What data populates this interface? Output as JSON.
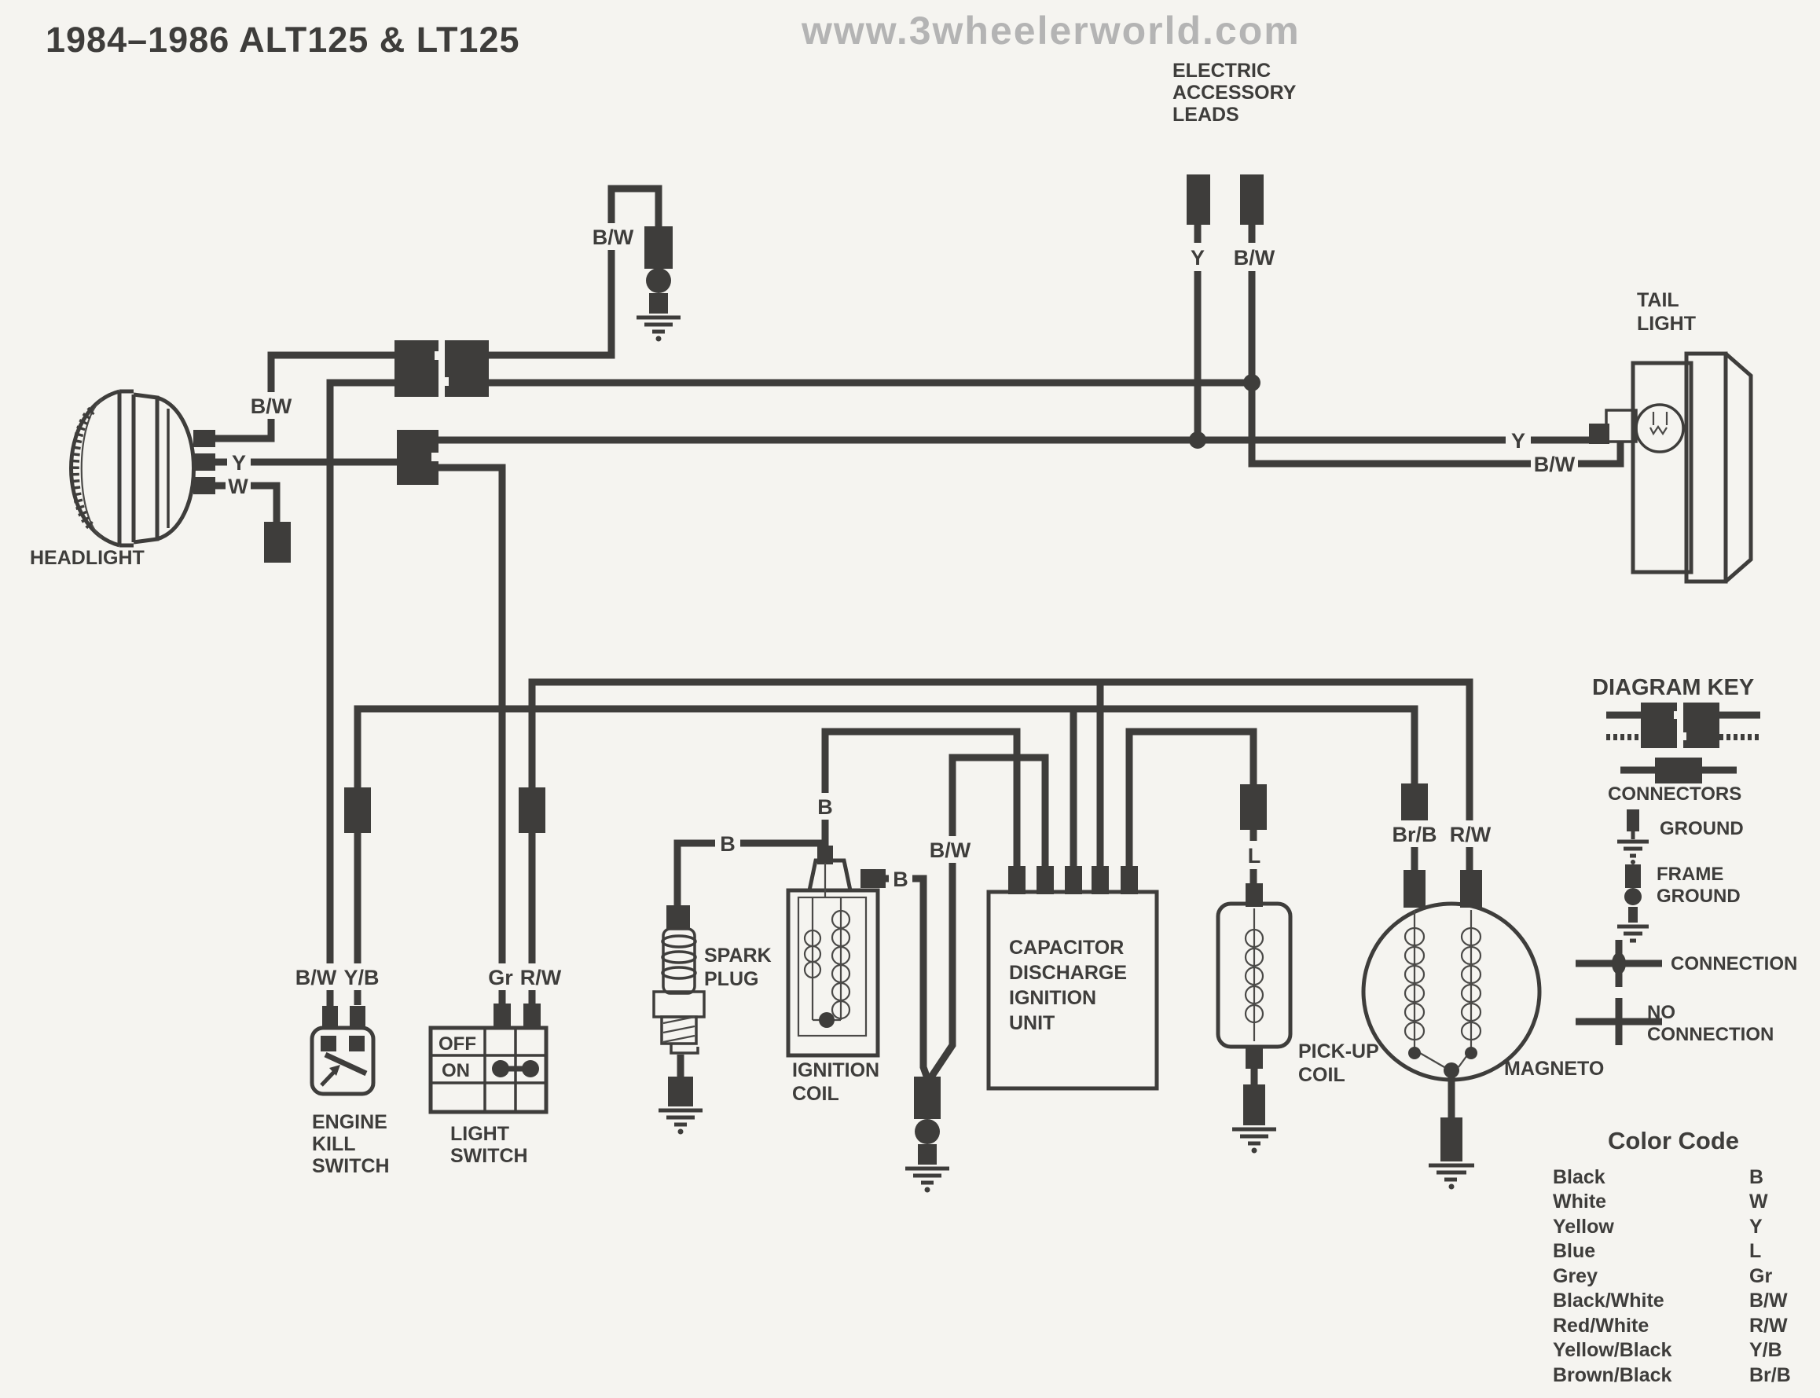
{
  "title": "1984–1986 ALT125 & LT125",
  "watermark": "www.3wheelerworld.com",
  "wire_labels": {
    "bw": "B/W",
    "y": "Y",
    "w": "W",
    "b": "B",
    "gr": "Gr",
    "rw": "R/W",
    "yb": "Y/B",
    "l": "L",
    "brb": "Br/B"
  },
  "components": {
    "headlight": {
      "label": "HEADLIGHT"
    },
    "tail_light": {
      "label": [
        "TAIL",
        "LIGHT"
      ]
    },
    "electric_accessory_leads": {
      "label": [
        "ELECTRIC",
        "ACCESSORY",
        "LEADS"
      ]
    },
    "engine_kill_switch": {
      "label": [
        "ENGINE",
        "KILL",
        "SWITCH"
      ]
    },
    "light_switch": {
      "label": [
        "LIGHT",
        "SWITCH"
      ],
      "positions": [
        "OFF",
        "ON"
      ]
    },
    "spark_plug": {
      "label": [
        "SPARK",
        "PLUG"
      ]
    },
    "ignition_coil": {
      "label": [
        "IGNITION",
        "COIL"
      ]
    },
    "cdi_unit": {
      "label": [
        "CAPACITOR",
        "DISCHARGE",
        "IGNITION",
        "UNIT"
      ]
    },
    "pickup_coil": {
      "label": [
        "PICK-UP",
        "COIL"
      ]
    },
    "magneto": {
      "label": "MAGNETO"
    }
  },
  "diagram_key": {
    "title": "DIAGRAM KEY",
    "connectors": "CONNECTORS",
    "ground": "GROUND",
    "frame_ground": [
      "FRAME",
      "GROUND"
    ],
    "connection": "CONNECTION",
    "no_connection": [
      "NO",
      "CONNECTION"
    ]
  },
  "color_code": {
    "title": "Color Code",
    "entries": [
      {
        "name": "Black",
        "code": "B"
      },
      {
        "name": "White",
        "code": "W"
      },
      {
        "name": "Yellow",
        "code": "Y"
      },
      {
        "name": "Blue",
        "code": "L"
      },
      {
        "name": "Grey",
        "code": "Gr"
      },
      {
        "name": "Black/White",
        "code": "B/W"
      },
      {
        "name": "Red/White",
        "code": "R/W"
      },
      {
        "name": "Yellow/Black",
        "code": "Y/B"
      },
      {
        "name": "Brown/Black",
        "code": "Br/B"
      }
    ]
  },
  "colors": {
    "ink": "#3e3d3b",
    "paper": "#f5f4f0",
    "watermark": "#b4b4b4"
  }
}
